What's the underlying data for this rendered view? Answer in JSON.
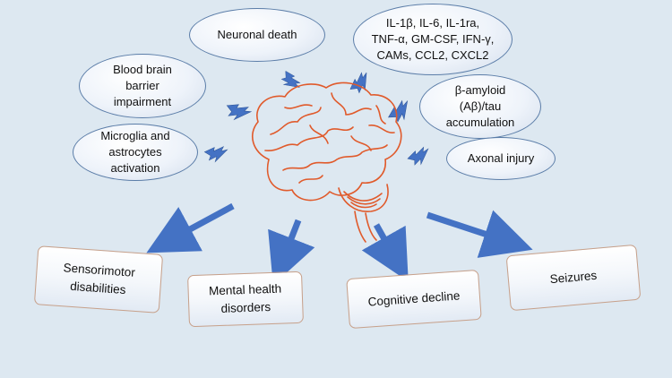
{
  "effects": [
    {
      "id": "neuronal-death",
      "label": "Neuronal death"
    },
    {
      "id": "cytokines",
      "label": "IL-1β, IL-6, IL-1ra,\nTNF-α, GM-CSF, IFN-γ,\nCAMs, CCL2, CXCL2"
    },
    {
      "id": "bbb",
      "label": "Blood brain\nbarrier\nimpairment"
    },
    {
      "id": "amyloid",
      "label": "β-amyloid\n(Aβ)/tau\naccumulation"
    },
    {
      "id": "microglia",
      "label": "Microglia and\nastrocytes\nactivation"
    },
    {
      "id": "axonal",
      "label": "Axonal injury"
    }
  ],
  "outcomes": [
    {
      "id": "sensorimotor",
      "label": "Sensorimotor\ndisabilities"
    },
    {
      "id": "mental",
      "label": "Mental health\ndisorders"
    },
    {
      "id": "cognitive",
      "label": "Cognitive decline"
    },
    {
      "id": "seizures",
      "label": "Seizures"
    }
  ],
  "colors": {
    "background": "#dde8f1",
    "arrow": "#4472c4",
    "brain_outline": "#e05a2b",
    "ellipse_border": "#5b7da8",
    "box_border": "#c7a08a"
  },
  "icons": {
    "bolt": "lightning-bolt-icon",
    "brain": "brain-icon"
  }
}
